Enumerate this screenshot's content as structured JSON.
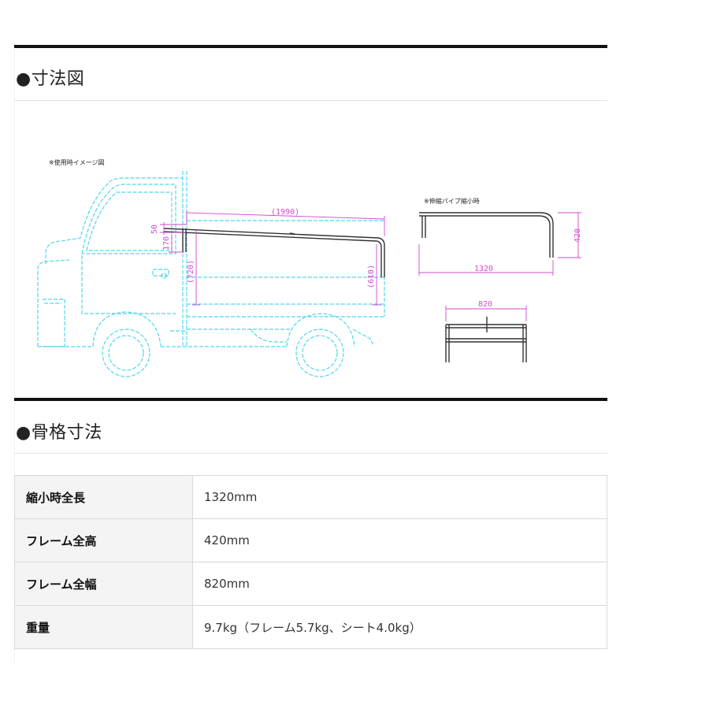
{
  "sections": {
    "dimensions": {
      "title": "●寸法図"
    },
    "frame": {
      "title": "●骨格寸法"
    }
  },
  "drawing": {
    "usage_note": "※使用時イメージ図",
    "retracted_note": "※伸縮パイプ縮小時",
    "dims": {
      "length_1990": "(1990)",
      "height_50": "50",
      "height_170": "170",
      "height_720": "(720)",
      "height_610": "(610)",
      "length_1320": "1320",
      "height_420": "420",
      "width_820": "820"
    },
    "colors": {
      "truck": "#4fd8e8",
      "dimension": "#d24ad2",
      "frame": "#333333"
    }
  },
  "specs": [
    {
      "label": "縮小時全長",
      "value": "1320mm"
    },
    {
      "label": "フレーム全高",
      "value": "420mm"
    },
    {
      "label": "フレーム全幅",
      "value": "820mm"
    },
    {
      "label": "重量",
      "value": "9.7kg（フレーム5.7kg、シート4.0kg）"
    }
  ]
}
